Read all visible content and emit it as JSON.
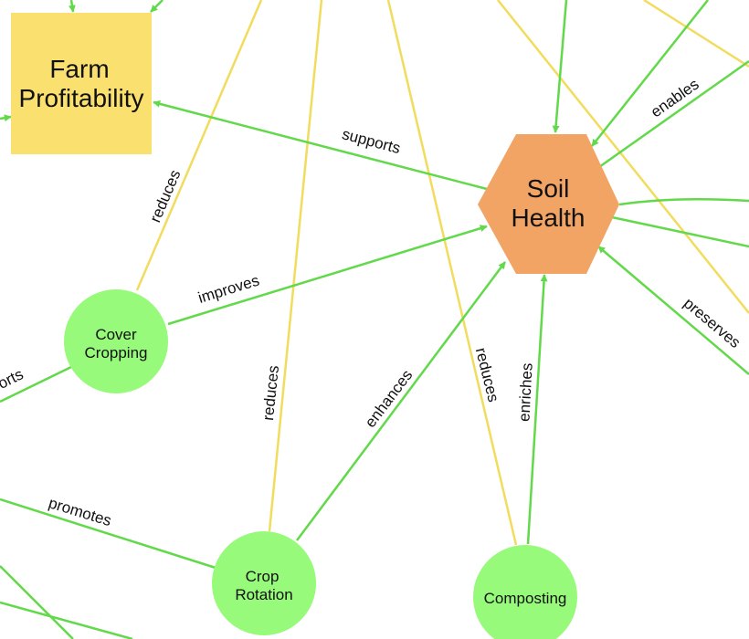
{
  "nodes": {
    "farm_profitability": {
      "lines": [
        "Farm",
        "Profitability"
      ],
      "color": "#FAE06E"
    },
    "soil_health": {
      "lines": [
        "Soil",
        "Health"
      ],
      "color": "#F2A465"
    },
    "cover_cropping": {
      "lines": [
        "Cover",
        "Cropping"
      ],
      "color": "#97FA7B"
    },
    "crop_rotation": {
      "lines": [
        "Crop",
        "Rotation"
      ],
      "color": "#97FA7B"
    },
    "composting": {
      "lines": [
        "Composting"
      ],
      "color": "#97FA7B"
    }
  },
  "edge_labels": {
    "supports": "supports",
    "enables": "enables",
    "reduces": "reduces",
    "improves": "improves",
    "enhances": "enhances",
    "enriches": "enriches",
    "preserves": "preserves",
    "promotes": "promotes",
    "orts": "orts"
  },
  "colors": {
    "green_edge": "#62D94A",
    "yellow_edge": "#F2DC5D",
    "node_green": "#97FA7B",
    "node_yellow": "#FAE06E",
    "node_orange": "#F2A465"
  }
}
